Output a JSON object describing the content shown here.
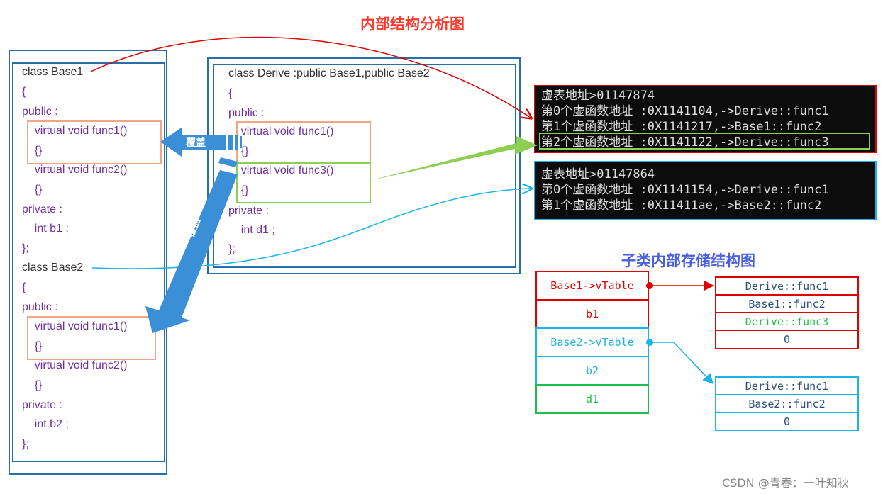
{
  "titles": {
    "analysis": "内部结构分析图",
    "storage": "子类内部存储结构图"
  },
  "base_classes": {
    "lines": [
      "class Base1",
      "{",
      "public :",
      "    virtual void func1()",
      "    {}",
      "    virtual void func2()",
      "    {}",
      "private :",
      "    int b1 ;",
      "};",
      "class Base2",
      "{",
      "public :",
      "    virtual void func1()",
      "    {}",
      "    virtual void func2()",
      "    {}",
      "private :",
      "    int b2 ;",
      "};"
    ]
  },
  "derive_class": {
    "lines": [
      "class Derive :public Base1,public Base2",
      "{",
      "public :",
      "    virtual void func1()",
      "    {}",
      "    virtual void func3()",
      "    {}",
      "private :",
      "    int d1 ;",
      "};"
    ]
  },
  "cover_labels": {
    "horizontal": "覆盖",
    "diagonal": "覆盖"
  },
  "console1": {
    "lines": [
      "虚表地址>01147874",
      "第0个虚函数地址 :0X1141104,->Derive::func1",
      "第1个虚函数地址 :0X1141217,->Base1::func2",
      "第2个虚函数地址 :0X1141122,->Derive::func3"
    ]
  },
  "console2": {
    "lines": [
      "虚表地址>01147864",
      "第0个虚函数地址 :0X1141154,->Derive::func1",
      "第1个虚函数地址 :0X11411ae,->Base2::func2"
    ]
  },
  "object_layout": {
    "cells": [
      "Base1->vTable",
      "b1",
      "Base2->vTable",
      "b2",
      "d1"
    ]
  },
  "vtable1": {
    "cells": [
      "Derive::func1",
      "Base1::func2",
      "Derive::func3",
      "0"
    ]
  },
  "vtable2": {
    "cells": [
      "Derive::func1",
      "Base2::func2",
      "0"
    ]
  },
  "colors": {
    "red": "#e00000",
    "blue": "#1ab4e8",
    "green": "#1fbe4b",
    "purple": "#7030a0",
    "arrow_blue": "#3a8fd6"
  },
  "watermark": "CSDN @青春：一叶知秋"
}
